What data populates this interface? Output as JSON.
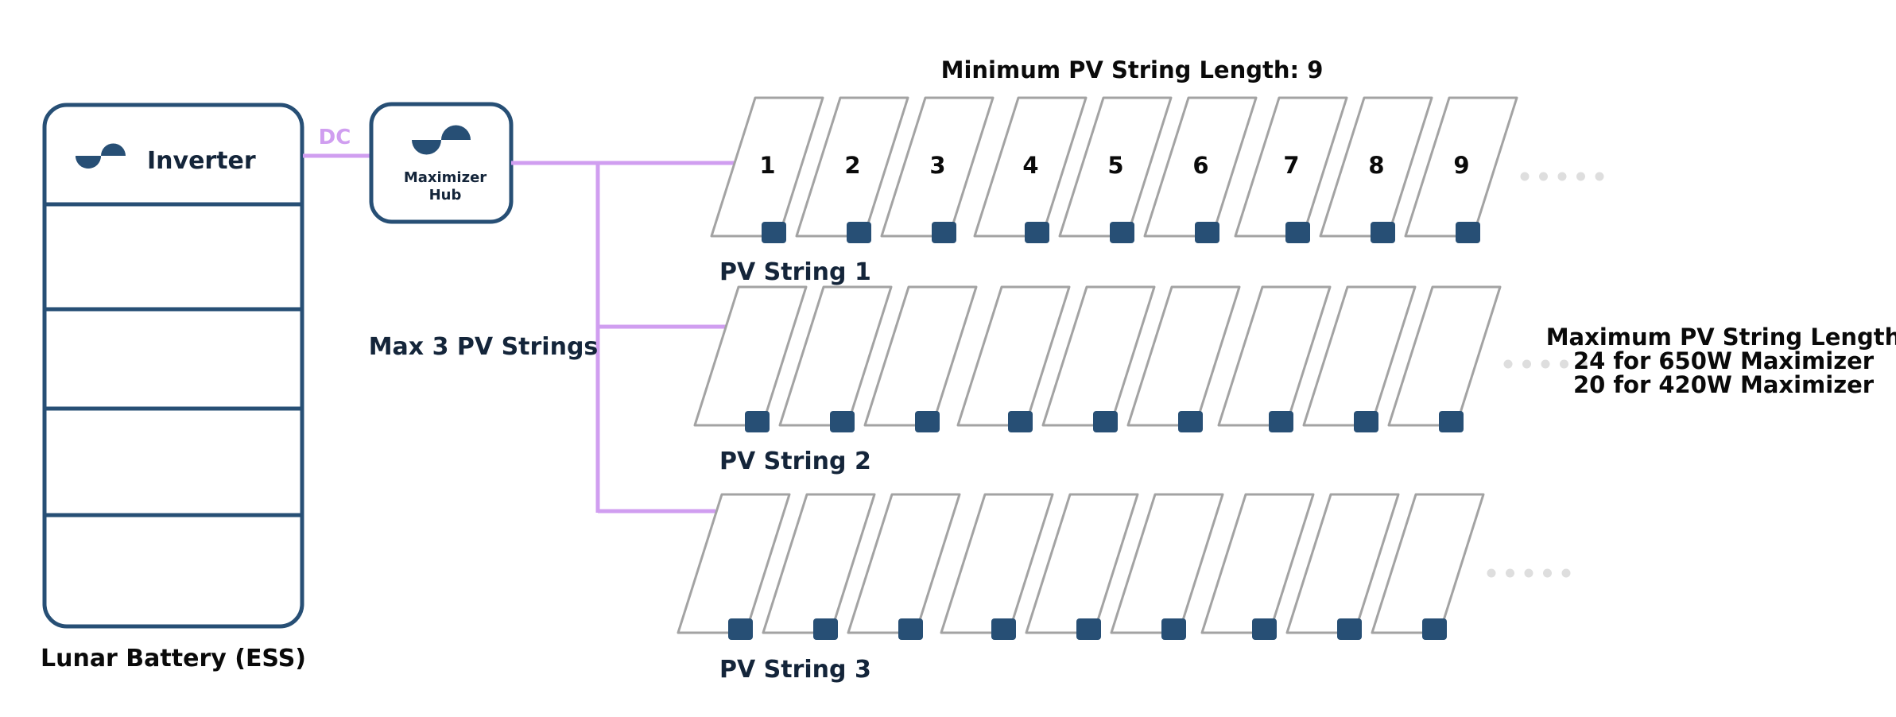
{
  "title": "Minimum PV String Length: 9",
  "colors": {
    "navy": "#274f75",
    "dc_line": "#d09ef0",
    "panel_stroke": "#a3a3a3",
    "dots": "#dedede",
    "text_dark": "#14253a",
    "text_black": "#0a0a0a"
  },
  "battery": {
    "label": "Lunar Battery (ESS)",
    "inverter_label": "Inverter",
    "inverter_icon": "sine-wave-icon",
    "module_count": 4
  },
  "dc_label": "DC",
  "hub": {
    "line1": "Maximizer",
    "line2": "Hub",
    "icon": "sine-wave-icon"
  },
  "max_strings_label": "Max 3 PV Strings",
  "strings": [
    {
      "label": "PV String 1",
      "panel_count": 9,
      "numbers": [
        "1",
        "2",
        "3",
        "4",
        "5",
        "6",
        "7",
        "8",
        "9"
      ],
      "continuation": "ellipsis-dots"
    },
    {
      "label": "PV String 2",
      "panel_count": 9,
      "numbers": [],
      "continuation": "ellipsis-dots"
    },
    {
      "label": "PV String 3",
      "panel_count": 9,
      "numbers": [],
      "continuation": "ellipsis-dots"
    }
  ],
  "max_length_note": {
    "line1": "Maximum PV String Length",
    "line2": "24 for 650W Maximizer",
    "line3": "20 for 420W Maximizer"
  }
}
